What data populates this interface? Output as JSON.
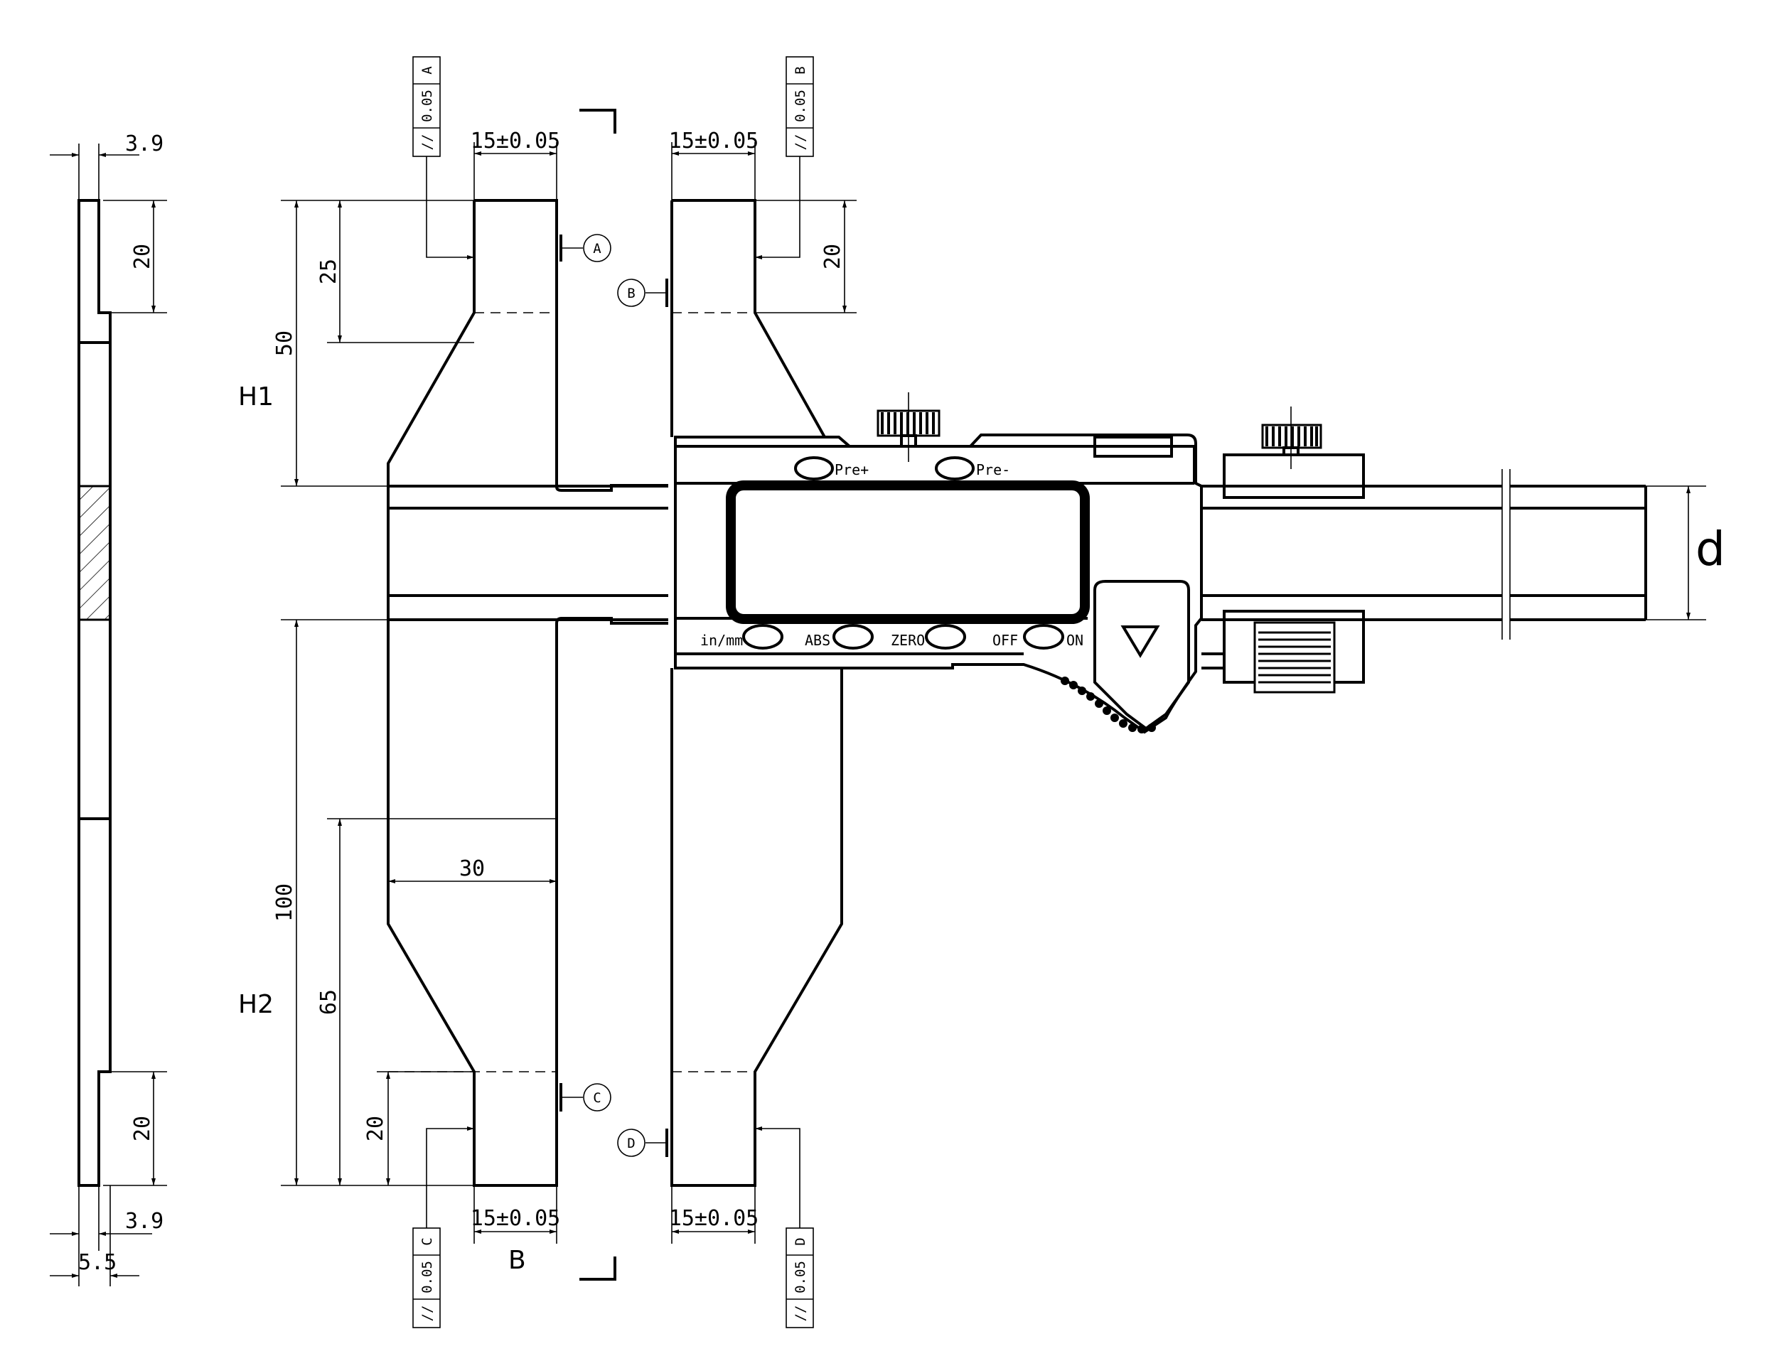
{
  "dimensions": {
    "thickness_top": "3.9",
    "thickness_bottom": "3.9",
    "width_bottom": "5.5",
    "left_top_20": "20",
    "left_bottom_20": "20",
    "h25": "25",
    "h50": "50",
    "h100": "100",
    "h65": "65",
    "h20_low": "20",
    "right_20": "20",
    "w30": "30",
    "jaw_A": "15±0.05",
    "jaw_B": "15±0.05",
    "jaw_C": "15±0.05",
    "jaw_D": "15±0.05"
  },
  "labels": {
    "H1": "H1",
    "H2": "H2",
    "B": "B",
    "d": "d"
  },
  "datums": [
    "A",
    "B",
    "C",
    "D"
  ],
  "tolerance_frames": [
    {
      "symbol": "//",
      "value": "0.05",
      "datum": "A"
    },
    {
      "symbol": "//",
      "value": "0.05",
      "datum": "B"
    },
    {
      "symbol": "//",
      "value": "0.05",
      "datum": "C"
    },
    {
      "symbol": "//",
      "value": "0.05",
      "datum": "D"
    }
  ],
  "buttons": {
    "pre_plus": "Pre+",
    "pre_minus": "Pre-",
    "in_mm": "in/mm",
    "abs": "ABS",
    "zero": "ZERO",
    "off": "OFF",
    "on": "ON"
  }
}
